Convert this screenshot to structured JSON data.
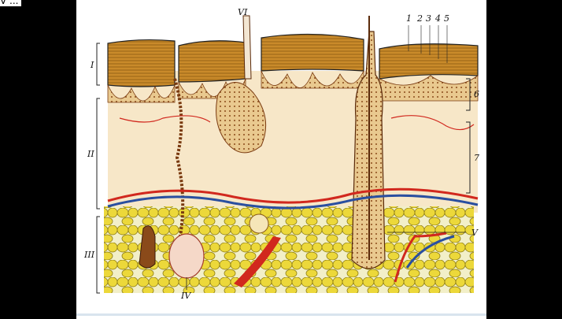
{
  "top_text": "V ...",
  "labels": {
    "layer_1": "I",
    "layer_2": "II",
    "layer_3": "III",
    "sweat_gland": "IV",
    "hair_follicle": "V",
    "hair_shaft": "VI",
    "n1": "1",
    "n2": "2",
    "n3": "3",
    "n4": "4",
    "n5": "5",
    "n6": "6",
    "n7": "7"
  },
  "colors": {
    "epidermis": "#c98a2a",
    "dermis": "#f7e7c8",
    "papillary": "#e9c98f",
    "fat": "#e8d63a",
    "artery": "#d1281e",
    "vein": "#2a4fa0",
    "frame": "#000000"
  }
}
